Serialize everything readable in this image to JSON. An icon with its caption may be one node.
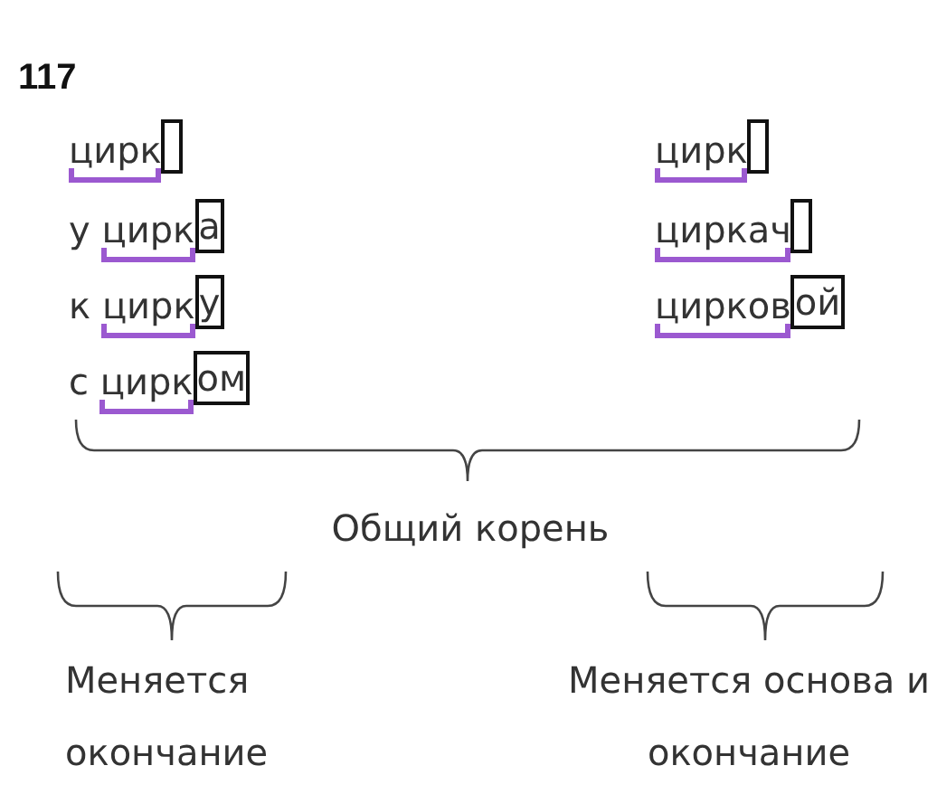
{
  "diagram": {
    "title": "117",
    "labels": [
      "цирк",
      "цирк",
      "у цирка",
      "циркач",
      "к цирку",
      "цирковой",
      "с цирком",
      "Общий корень",
      "Меняется окончание",
      "Меняется основа и окончание"
    ]
  }
}
